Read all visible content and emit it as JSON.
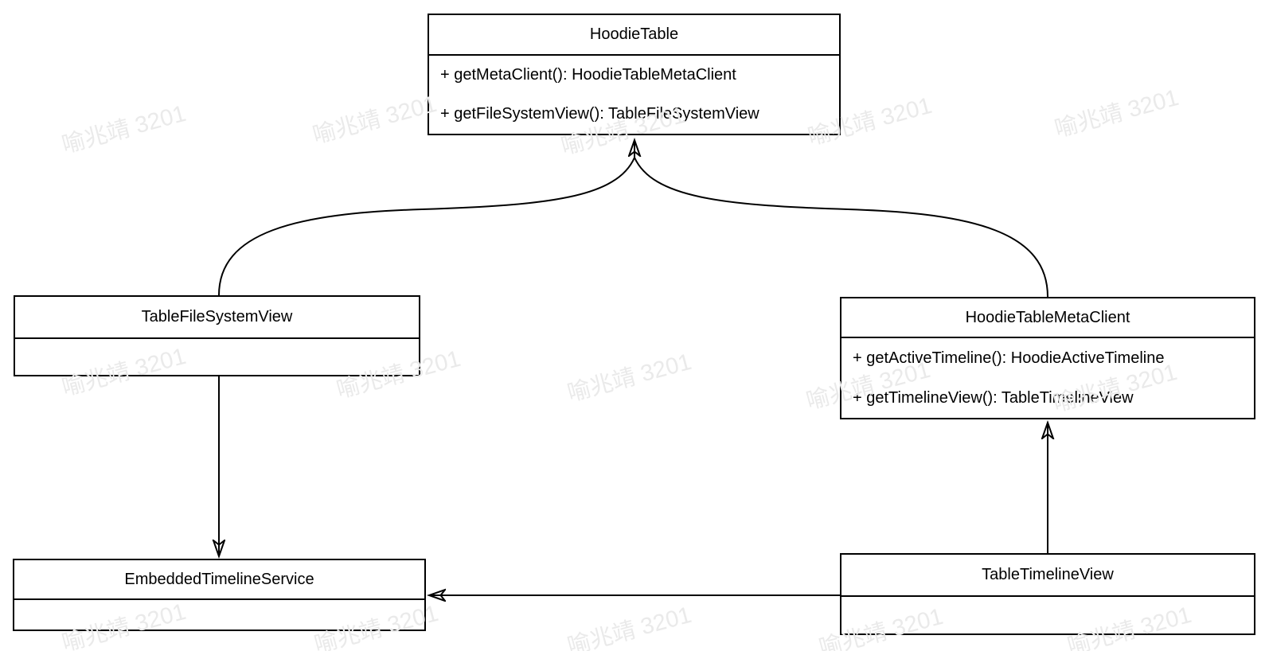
{
  "diagram": {
    "classes": [
      {
        "name": "HoodieTable",
        "methods": [
          "+ getMetaClient(): HoodieTableMetaClient",
          "+ getFileSystemView(): TableFileSystemView"
        ]
      },
      {
        "name": "TableFileSystemView",
        "methods": []
      },
      {
        "name": "HoodieTableMetaClient",
        "methods": [
          "+ getActiveTimeline(): HoodieActiveTimeline",
          "+ getTimelineView(): TableTimelineView"
        ]
      },
      {
        "name": "EmbeddedTimelineService",
        "methods": []
      },
      {
        "name": "TableTimelineView",
        "methods": []
      }
    ],
    "relations": [
      {
        "from": "TableFileSystemView",
        "to": "HoodieTable"
      },
      {
        "from": "HoodieTableMetaClient",
        "to": "HoodieTable"
      },
      {
        "from": "TableFileSystemView",
        "to": "EmbeddedTimelineService"
      },
      {
        "from": "TableTimelineView",
        "to": "HoodieTableMetaClient"
      },
      {
        "from": "TableTimelineView",
        "to": "EmbeddedTimelineService"
      }
    ]
  },
  "watermark": {
    "text": "喻兆靖 3201"
  },
  "colors": {
    "line": "#000000",
    "background": "#ffffff",
    "watermark": "#eaeaea"
  }
}
